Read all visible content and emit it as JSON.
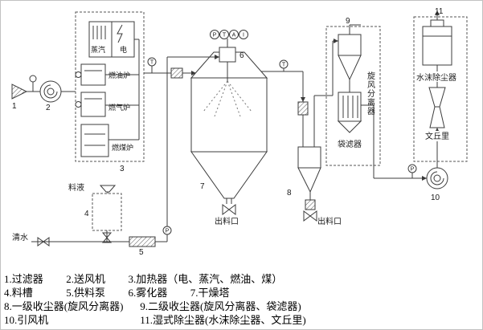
{
  "diagram": {
    "labels": {
      "steam": "蒸汽",
      "electric": "电",
      "oil_furnace": "燃油炉",
      "gas_furnace": "燃气炉",
      "coal_furnace": "燃煤炉",
      "feed_liquid": "料液",
      "clean_water": "清水",
      "tower_discharge": "出料口",
      "cyclone_discharge": "出料口",
      "cyclone_separator": "旋风分离器",
      "bag_filter": "袋滤器",
      "wet_collector": "水沫除尘器",
      "venturi": "文丘里"
    },
    "instruments": {
      "p": "P",
      "t": "T",
      "a": "A",
      "i": "I"
    },
    "gauges": {
      "inlet_temp": "T",
      "outlet_temp": "T",
      "feed_pressure": "P",
      "fan_pressure": "P"
    },
    "numbers": {
      "n1": "1",
      "n2": "2",
      "n3": "3",
      "n4": "4",
      "n5": "5",
      "n6": "6",
      "n7": "7",
      "n8": "8",
      "n9": "9",
      "n10": "10",
      "n11": "11"
    }
  },
  "legend": {
    "rows": [
      [
        "1.过滤器",
        "2.送风机",
        "3.加热器（电、蒸汽、燃油、煤）"
      ],
      [
        "4.料槽",
        "5.供料泵",
        "6.雾化器",
        "7.干燥塔"
      ],
      [
        "8.一级收尘器(旋风分离器)",
        "9.二级收尘器(旋风分离器、袋滤器)"
      ],
      [
        "10.引风机",
        "11.湿式除尘器(水沫除尘器、文丘里)"
      ]
    ]
  }
}
